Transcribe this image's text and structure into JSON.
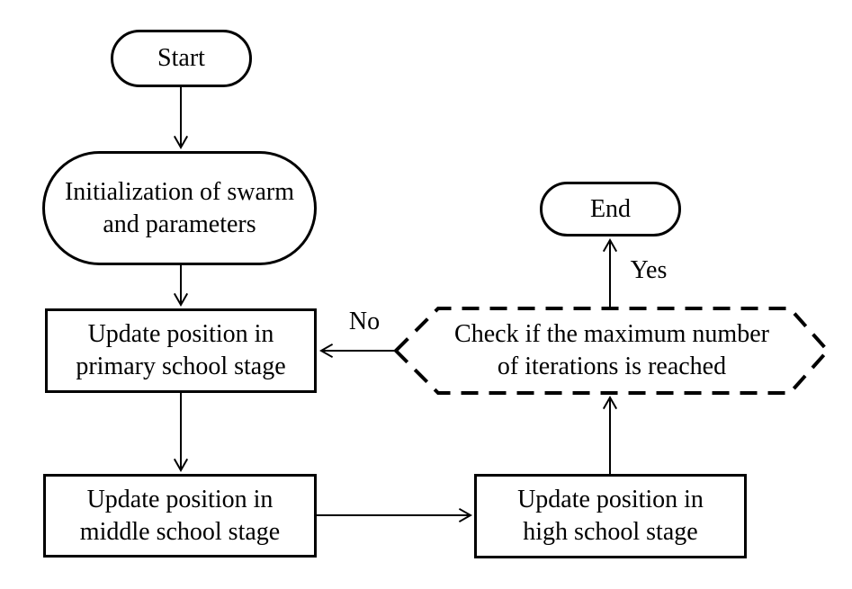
{
  "colors": {
    "background": "#ffffff",
    "stroke": "#000000",
    "text": "#000000"
  },
  "nodes": {
    "start": {
      "type": "terminator",
      "label": "Start"
    },
    "init": {
      "type": "terminator",
      "lines": [
        "Initialization of swarm",
        "and parameters"
      ]
    },
    "primary": {
      "type": "process",
      "lines": [
        "Update position in",
        "primary school stage"
      ]
    },
    "middle": {
      "type": "process",
      "lines": [
        "Update position in",
        "middle school stage"
      ]
    },
    "high": {
      "type": "process",
      "lines": [
        "Update position in",
        "high school stage"
      ]
    },
    "check": {
      "type": "decision",
      "border_style": "dashed",
      "lines": [
        "Check if the maximum number",
        "of iterations is reached"
      ]
    },
    "end": {
      "type": "terminator",
      "label": "End"
    }
  },
  "edges": [
    {
      "from": "start",
      "to": "init",
      "label": ""
    },
    {
      "from": "init",
      "to": "primary",
      "label": ""
    },
    {
      "from": "primary",
      "to": "middle",
      "label": ""
    },
    {
      "from": "middle",
      "to": "high",
      "label": ""
    },
    {
      "from": "high",
      "to": "check",
      "label": ""
    },
    {
      "from": "check",
      "to": "end",
      "label": "Yes"
    },
    {
      "from": "check",
      "to": "primary",
      "label": "No"
    }
  ]
}
